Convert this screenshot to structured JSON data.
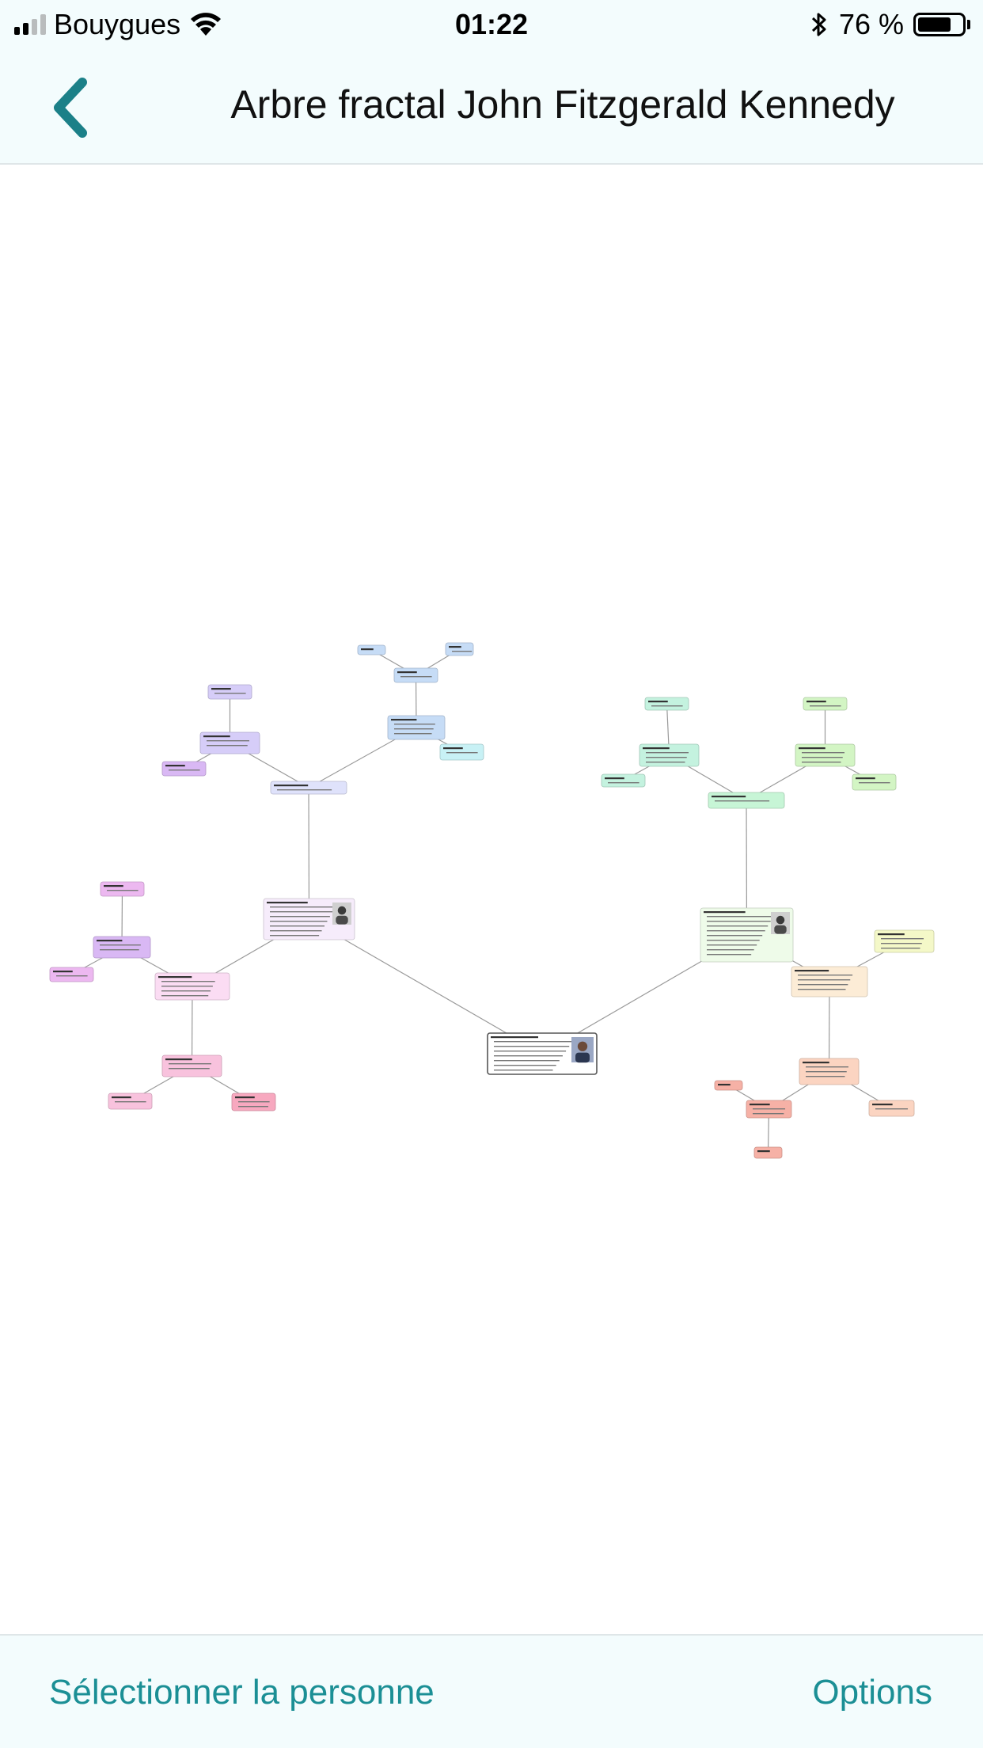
{
  "status_bar": {
    "carrier": "Bouygues",
    "time": "01:22",
    "battery_percent": "76 %",
    "battery_level": 0.76,
    "signal_bars_filled": 2,
    "signal_bars_total": 4,
    "icons": [
      "signal-icon",
      "wifi-icon",
      "bluetooth-icon",
      "battery-icon"
    ]
  },
  "nav": {
    "title": "Arbre fractal John Fitzgerald Kennedy",
    "back_icon": "chevron-left-icon"
  },
  "toolbar": {
    "select_person": "Sélectionner la personne",
    "options": "Options"
  },
  "tree": {
    "root": {
      "name": "John Fitzgerald Kennedy",
      "color": "#ffffff",
      "border": "#555555"
    },
    "persons": [
      {
        "name": "Rose Fitzgerald",
        "color": "#f6ecfb"
      },
      {
        "name": "Joseph Patrick Kennedy",
        "color": "#eefbe9"
      },
      {
        "name": "John F Fitzgerald",
        "color": "#dfe2fb"
      },
      {
        "name": "Mary Josephine Hannon",
        "color": "#fbdcf3"
      },
      {
        "name": "Patrick Joseph Kennedy",
        "color": "#c7f5d6"
      },
      {
        "name": "Mary Augusta Hickey",
        "color": "#fcecd6"
      }
    ],
    "colors": {
      "violet": "#d6cdf8",
      "purple": "#d9b8f4",
      "blue": "#c6dcf6",
      "cyan": "#c8f1f5",
      "magenta": "#ecb8f0",
      "pink": "#f8c2dd",
      "rose": "#f7a8bf",
      "mint": "#c4f2df",
      "green": "#d3f5c4",
      "yellow": "#f4f8c8",
      "peach": "#fbd4c1",
      "salmon": "#f6b1a6",
      "line": "#9a9a9a"
    }
  }
}
